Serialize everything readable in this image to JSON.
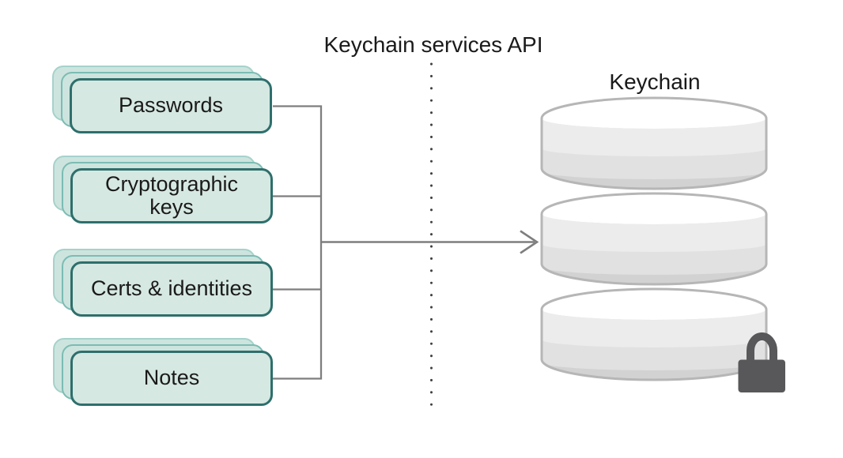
{
  "diagram": {
    "api_label": "Keychain services API",
    "keychain_label": "Keychain",
    "item_groups": [
      {
        "id": "passwords",
        "label": "Passwords"
      },
      {
        "id": "cryptographic-keys",
        "label": "Cryptographic\nkeys"
      },
      {
        "id": "certs-identities",
        "label": "Certs & identities"
      },
      {
        "id": "notes",
        "label": "Notes"
      }
    ],
    "colors": {
      "card_fill": "#d6e8e2",
      "card_border": "#2e6f6c",
      "card_back_fill": "#cde4de",
      "card_back_border_1": "#7bbcb3",
      "card_back_border_2": "#a5d2cb",
      "line": "#7e7e7e",
      "dot": "#404040",
      "cyl_stroke": "#b6b6b6",
      "cyl_base": "#d2d2d2",
      "cyl_band1": "#ececec",
      "cyl_band2": "#e1e1e1",
      "cyl_top": "#ffffff",
      "lock": "#58585a",
      "text": "#1a1a1a"
    }
  }
}
